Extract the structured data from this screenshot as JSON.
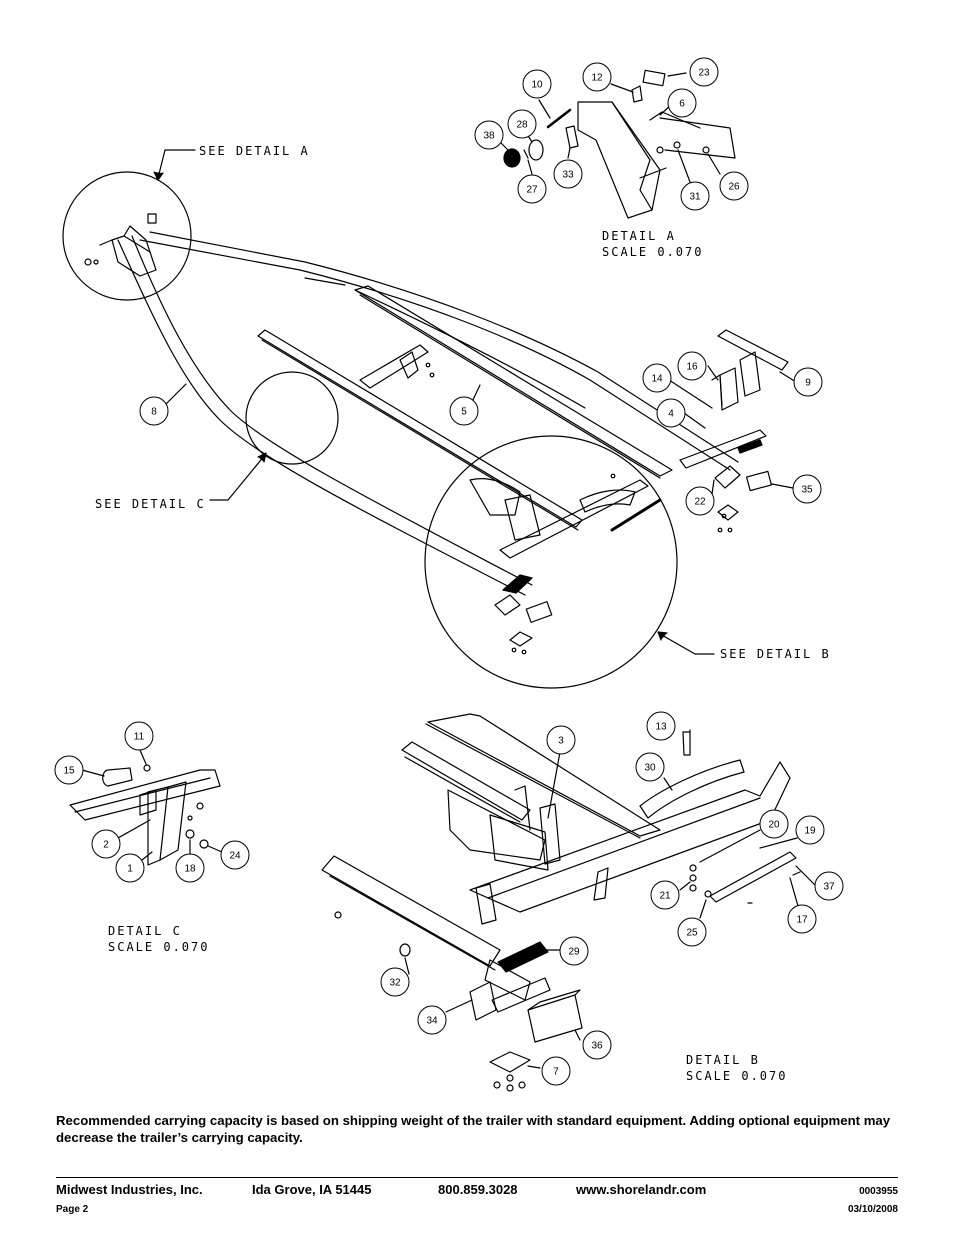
{
  "drawing": {
    "detail_refs": {
      "a": "SEE DETAIL  A",
      "b": "SEE DETAIL  B",
      "c": "SEE DETAIL  C"
    },
    "detail_titles": {
      "a": {
        "title": "DETAIL  A",
        "scale": "SCALE  0.070"
      },
      "b": {
        "title": "DETAIL  B",
        "scale": "SCALE  0.070"
      },
      "c": {
        "title": "DETAIL  C",
        "scale": "SCALE  0.070"
      }
    },
    "callouts": {
      "n1": "1",
      "n2": "2",
      "n3": "3",
      "n4": "4",
      "n5": "5",
      "n6": "6",
      "n7": "7",
      "n8": "8",
      "n9": "9",
      "n10": "10",
      "n11": "11",
      "n12": "12",
      "n13": "13",
      "n14": "14",
      "n15": "15",
      "n16": "16",
      "n17": "17",
      "n18": "18",
      "n19": "19",
      "n20": "20",
      "n21": "21",
      "n22": "22",
      "n23": "23",
      "n24": "24",
      "n25": "25",
      "n26": "26",
      "n27": "27",
      "n28": "28",
      "n29": "29",
      "n30": "30",
      "n31": "31",
      "n32": "32",
      "n33": "33",
      "n34": "34",
      "n35": "35",
      "n36": "36",
      "n37": "37",
      "n38": "38"
    }
  },
  "note": "Recommended carrying capacity is based on shipping weight of the trailer with standard equipment. Adding optional equipment may decrease the trailer’s carrying capacity.",
  "footer": {
    "company": "Midwest Industries, Inc.",
    "location": "Ida Grove, IA  51445",
    "phone": "800.859.3028",
    "website": "www.shorelandr.com",
    "doc_number": "0003955",
    "page": "Page 2",
    "date": "03/10/2008"
  }
}
